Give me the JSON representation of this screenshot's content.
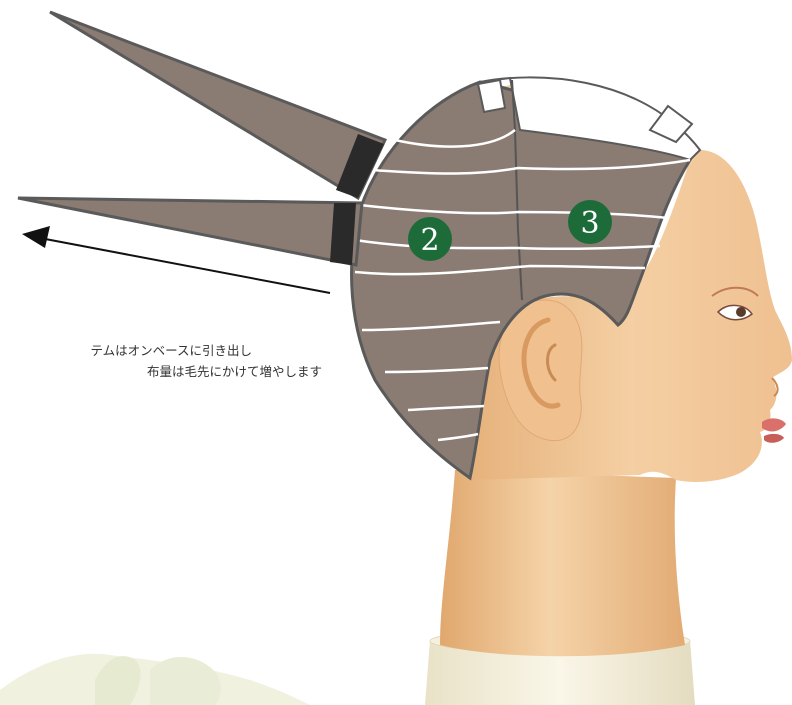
{
  "caption": {
    "line1": "テムはオンベースに引き出し",
    "line2": "布量は毛先にかけて増やします"
  },
  "sections": [
    {
      "label": "2"
    },
    {
      "label": "3"
    }
  ],
  "colors": {
    "hair_section": "#8a7b73",
    "outline": "#5a5a5a",
    "badge": "#1e6b3a",
    "skin": "#f0c49a",
    "base": "#f2ecd8"
  }
}
